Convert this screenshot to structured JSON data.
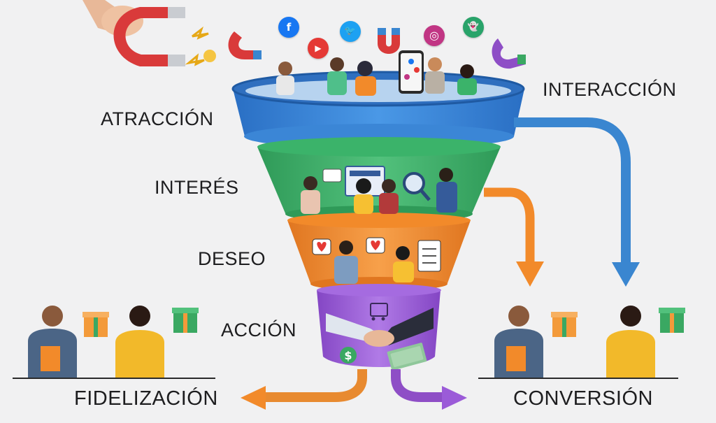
{
  "stages": {
    "attraction": "ATRACCIÓN",
    "interest": "INTERÉS",
    "desire": "DESEO",
    "action": "ACCIÓN"
  },
  "outcomes": {
    "interaction": "INTERACCIÓN",
    "loyalty": "FIDELIZACIÓN",
    "conversion": "CONVERSIÓN"
  },
  "social_icons": [
    {
      "name": "facebook-icon",
      "glyph": "f",
      "color": "#1877f2"
    },
    {
      "name": "youtube-icon",
      "glyph": "▶",
      "color": "#e53935"
    },
    {
      "name": "twitter-icon",
      "glyph": "🐦",
      "color": "#1da1f2"
    },
    {
      "name": "instagram-icon",
      "glyph": "◎",
      "color": "#c13584"
    },
    {
      "name": "snapchat-icon",
      "glyph": "👻",
      "color": "#29a36a"
    }
  ],
  "colors": {
    "tier_attraction": "#2f7ed8",
    "tier_interest": "#3bb36a",
    "tier_desire": "#f28a2a",
    "tier_action": "#9b5bd8",
    "arrow_blue": "#3a86d0",
    "arrow_orange": "#f28a2a",
    "arrow_purple": "#8e4ec6",
    "magnet_red": "#d93a3a",
    "gift_orange": "#f39a3a",
    "gift_green": "#3aa862"
  }
}
